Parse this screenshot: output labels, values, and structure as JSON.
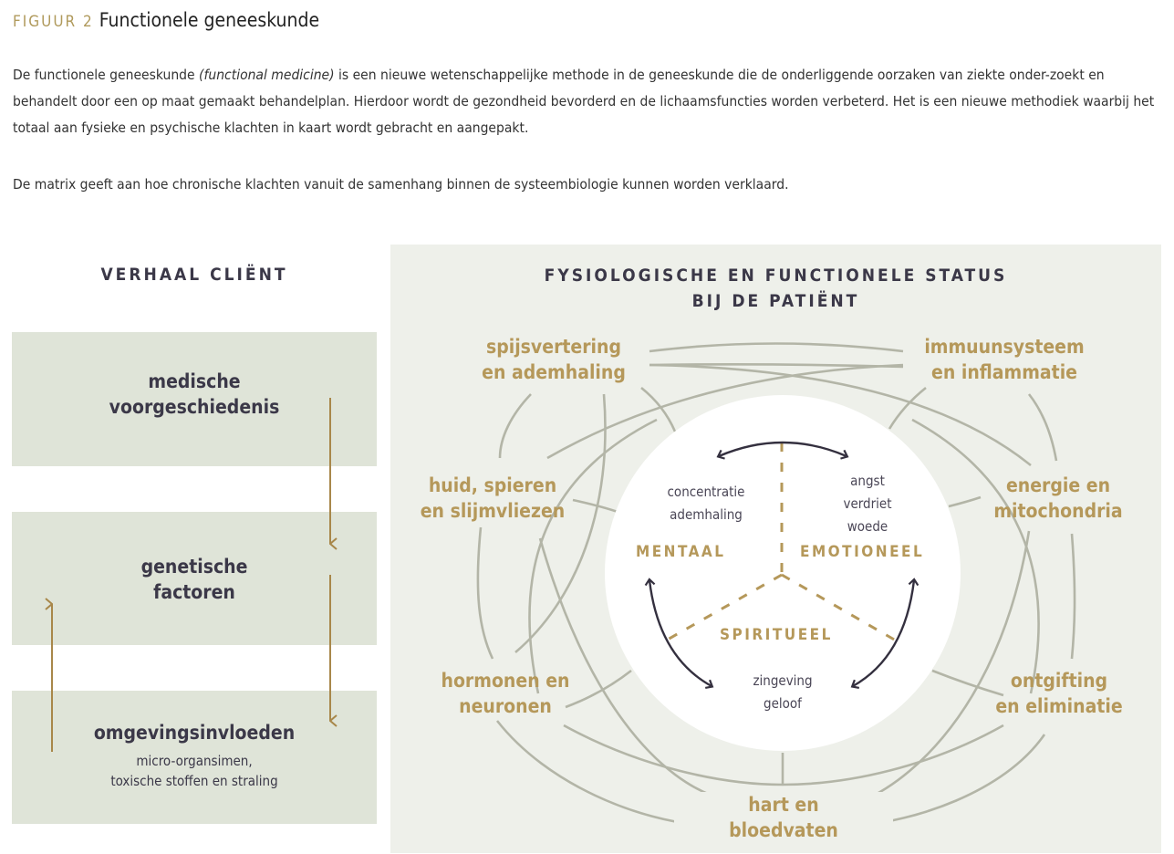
{
  "figure": {
    "number": "FIGUUR 2",
    "title": "Functionele geneeskunde"
  },
  "intro": {
    "before": "De functionele geneeskunde ",
    "italic": "(functional medicine)",
    "after": " is een nieuwe wetenschappelijke methode in de geneeskunde die de onderliggende oorzaken van ziekte onder-zoekt en behandelt door een op maat gemaakt behandelplan. Hierdoor wordt de gezondheid bevorderd en de lichaamsfuncties worden verbeterd. Het is een nieuwe methodiek waarbij het totaal aan fysieke en psychische klachten in kaart wordt gebracht en aangepakt."
  },
  "matrix_text": "De matrix geeft aan hoe chronische klachten vanuit de samenhang binnen de systeembiologie kunnen worden verklaard.",
  "left": {
    "heading": "VERHAAL CLIËNT",
    "boxes": [
      {
        "label": "medische\nvoorgeschiedenis"
      },
      {
        "label": "genetische\nfactoren"
      },
      {
        "label": "omgevingsinvloeden",
        "sub": "micro-organsimen,\ntoxische stoffen en straling"
      }
    ]
  },
  "right": {
    "heading": "FYSIOLOGISCHE EN FUNCTIONELE STATUS\nBIJ DE PATIËNT",
    "nodes": {
      "spijs": "spijsvertering\nen ademhaling",
      "immuun": "immuunsysteem\nen inflammatie",
      "huid": "huid, spieren\nen slijmvliezen",
      "energie": "energie en\nmitochondria",
      "hormonen": "hormonen en\nneuronen",
      "ontgifting": "ontgifting\nen eliminatie",
      "hart": "hart en\nbloedvaten"
    },
    "center": {
      "mentaal": "MENTAAL",
      "emotioneel": "EMOTIONEEL",
      "spiritueel": "SPIRITUEEL",
      "mentaal_items": "concentratie\nademhaling",
      "emotioneel_items": "angst\nverdriet\nwoede",
      "spiritueel_items": "zingeving\ngeloof"
    }
  },
  "colors": {
    "gold": "#b5985a",
    "dark": "#3b3848",
    "box": "#dfe4d8",
    "panel": "#eef0ea",
    "line": "#b3b5a7"
  }
}
